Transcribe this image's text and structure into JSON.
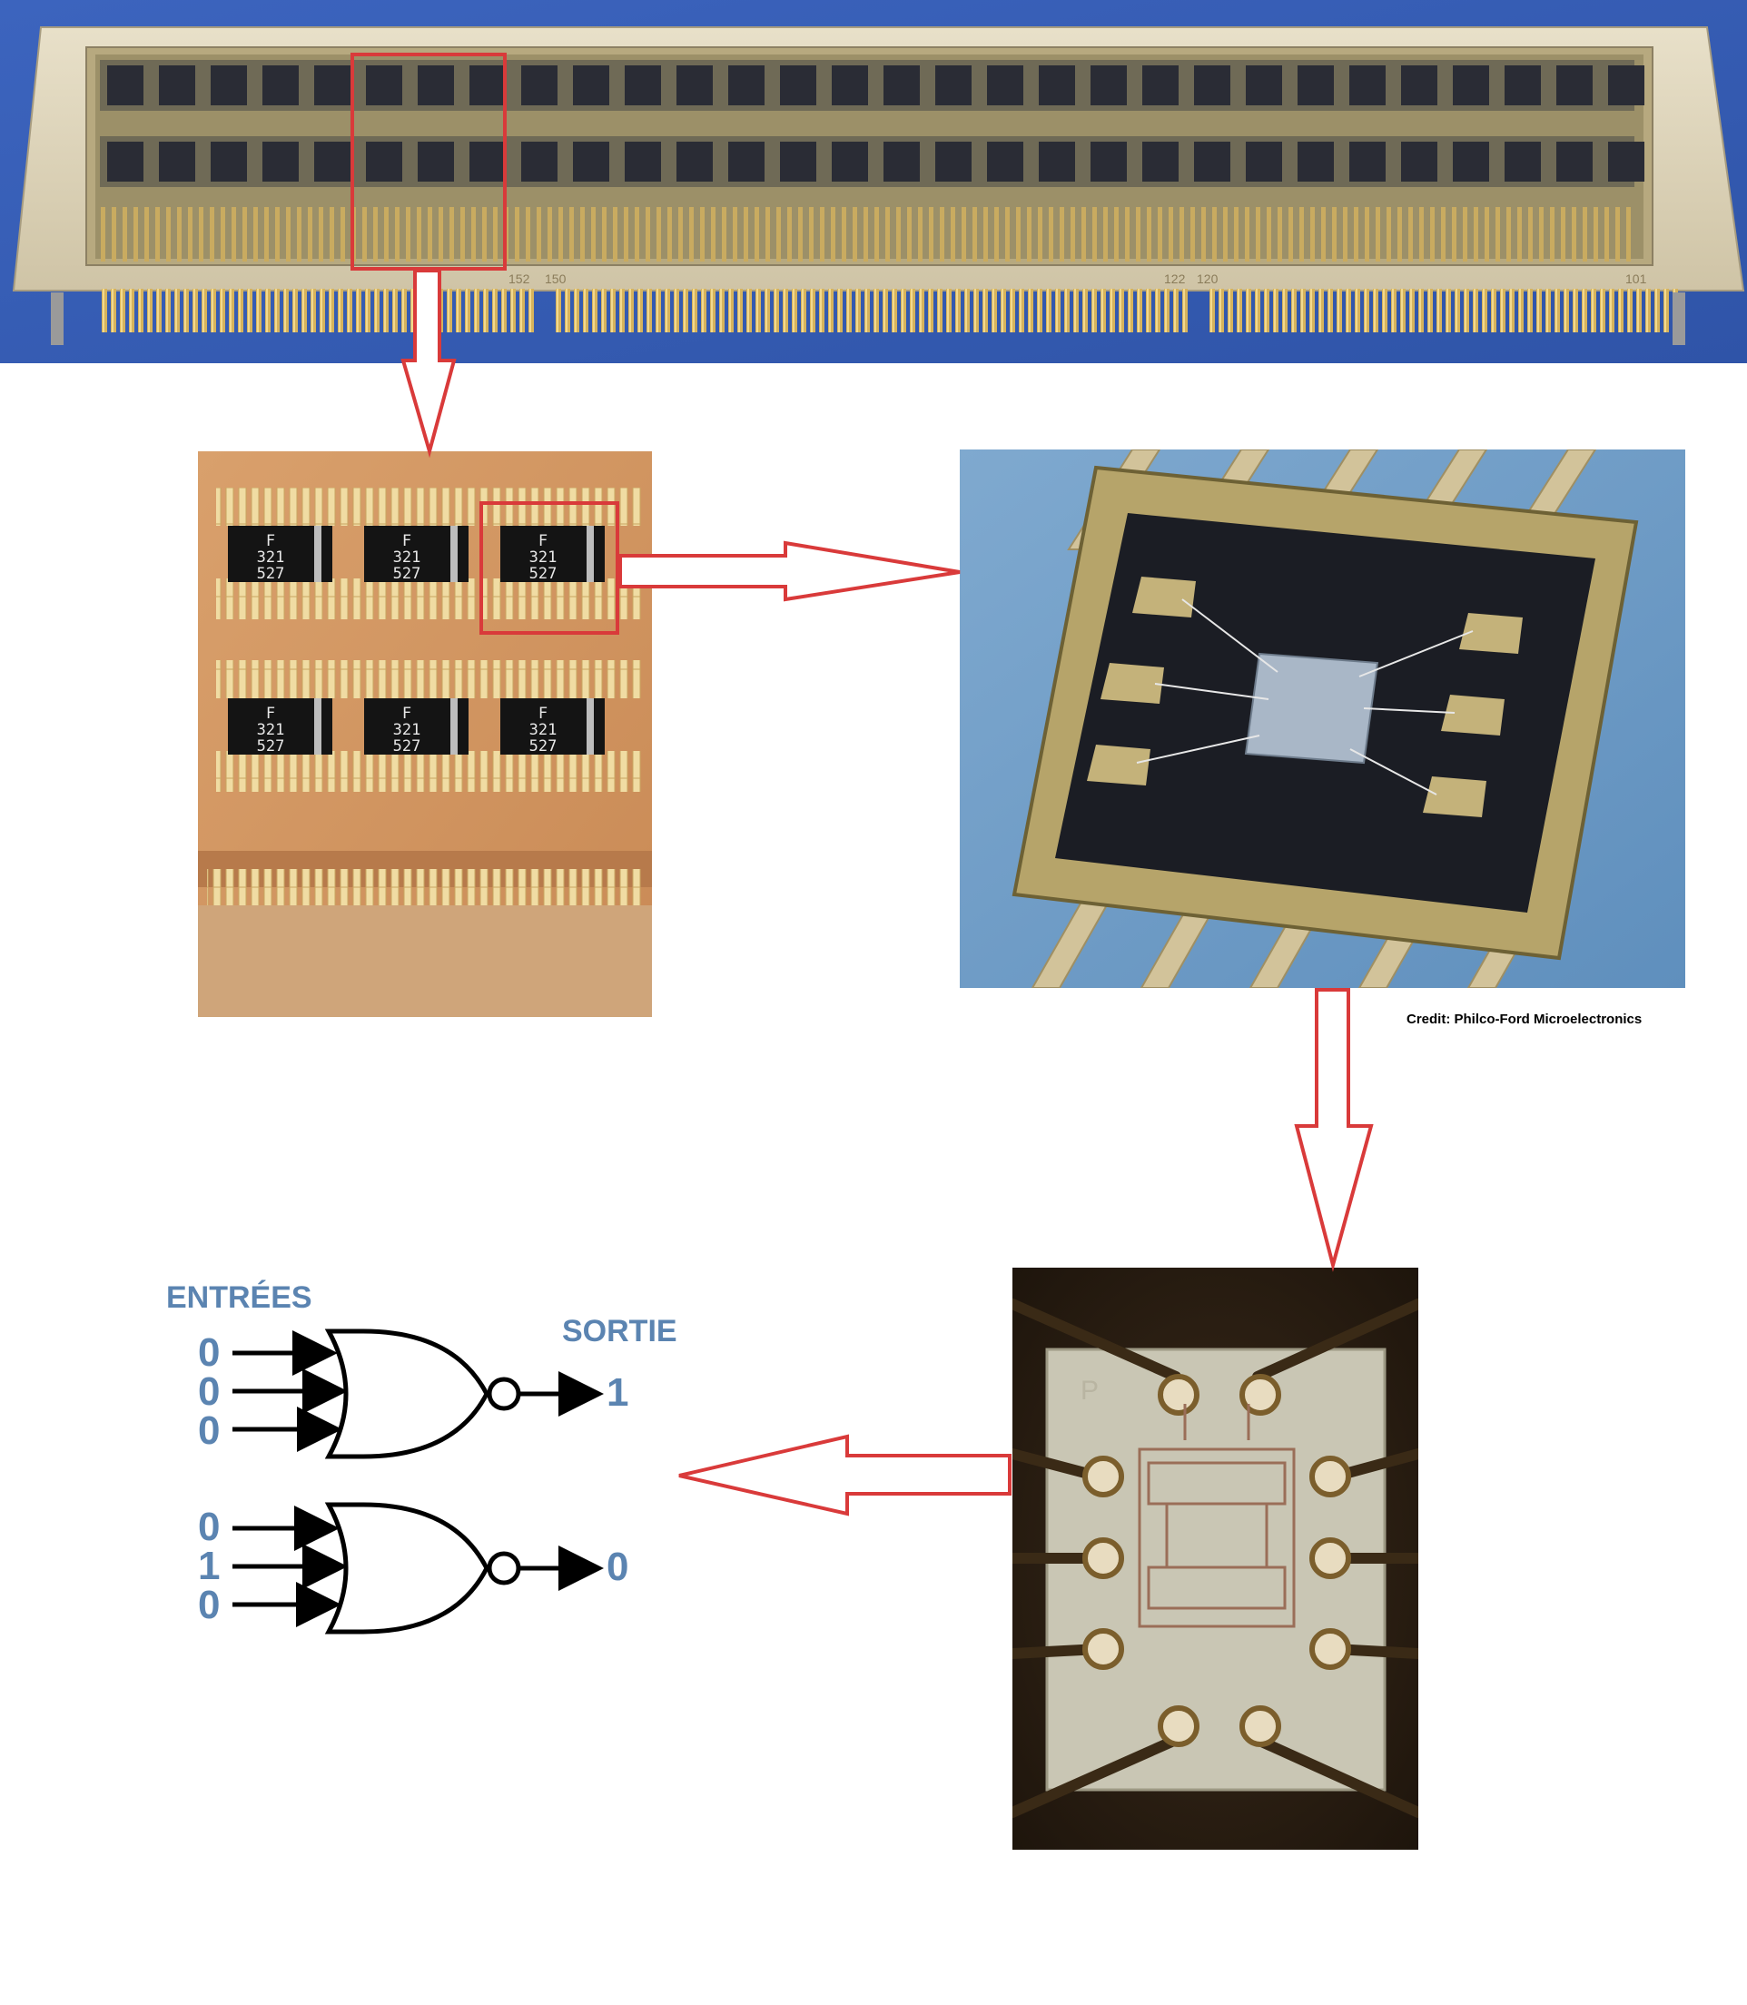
{
  "module": {
    "pin_labels": [
      "152",
      "150",
      "122",
      "120",
      "101"
    ]
  },
  "chips": {
    "marking": [
      "F",
      "321",
      "527"
    ]
  },
  "credit": "Credit: Philco-Ford Microelectronics",
  "die": {
    "marking": "P"
  },
  "logic": {
    "inputs_label": "ENTRÉES",
    "output_label": "SORTIE",
    "gate_1": {
      "inputs": [
        "0",
        "0",
        "0"
      ],
      "output": "1"
    },
    "gate_2": {
      "inputs": [
        "0",
        "1",
        "0"
      ],
      "output": "0"
    }
  },
  "colors": {
    "arrow_red": "#d93a3a",
    "label_blue": "#5b84b1",
    "background_blue": "#3f63b8",
    "gold": "#c9a457"
  }
}
